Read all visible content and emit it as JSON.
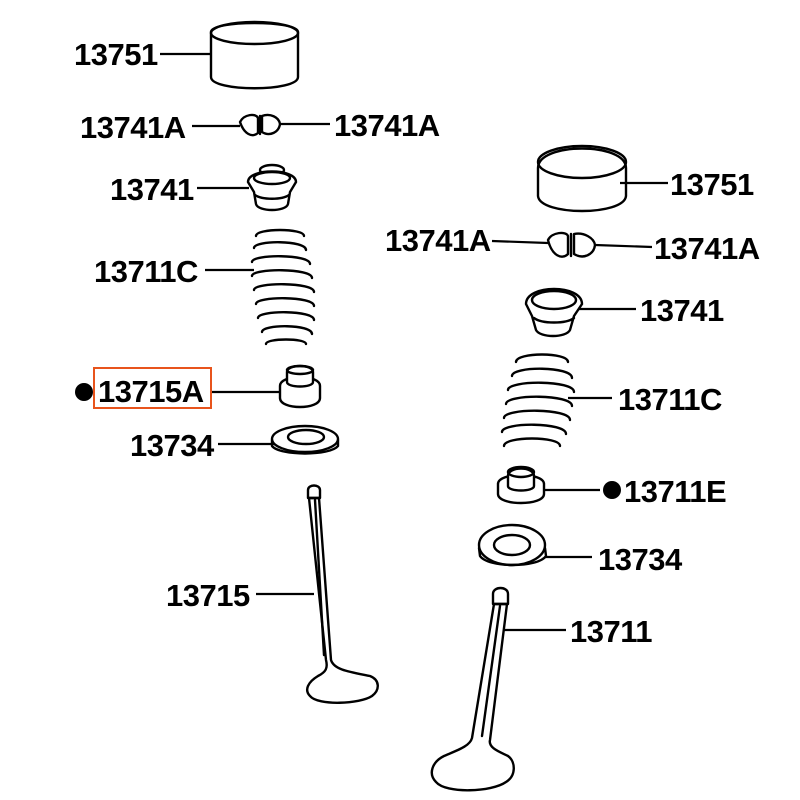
{
  "labels": {
    "left_cap": "13751",
    "left_lock_left": "13741A",
    "left_lock_right": "13741A",
    "left_retainer": "13741",
    "left_spring": "13711C",
    "left_seal": "13715A",
    "left_seat": "13734",
    "left_valve": "13715",
    "right_cap": "13751",
    "right_lock_left": "13741A",
    "right_lock_right": "13741A",
    "right_retainer": "13741",
    "right_spring": "13711C",
    "right_seal": "13711E",
    "right_seat": "13734",
    "right_valve": "13711"
  },
  "colors": {
    "highlight": "#e8541c",
    "ink": "#000000"
  },
  "highlighted_label": "left_seal"
}
